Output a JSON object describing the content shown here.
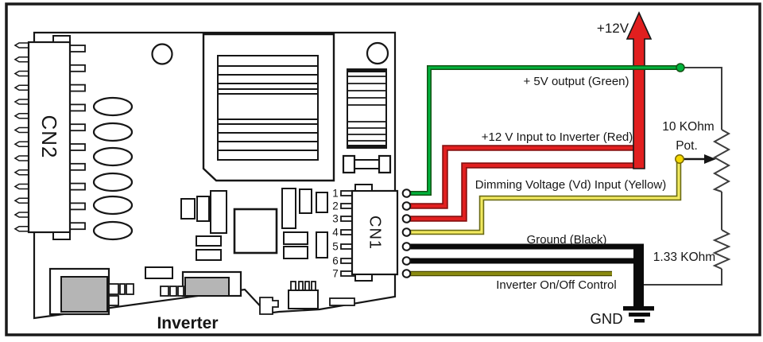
{
  "board": {
    "name": "Inverter",
    "cn1_label": "CN1",
    "cn2_label": "CN2",
    "pins": [
      "1",
      "2",
      "3",
      "4",
      "5",
      "6",
      "7"
    ]
  },
  "labels": {
    "power_rail": "+12V",
    "out_5v": "+ 5V output (Green)",
    "in_12v": "+12 V Input to Inverter (Red)",
    "dimming": "Dimming Voltage (Vd) Input (Yellow)",
    "ground_wire": "Ground (Black)",
    "onoff": "Inverter On/Off Control",
    "pot_value": "10 KOhm",
    "pot_word": "Pot.",
    "resistor_value": "1.33 KOhm",
    "gnd": "GND"
  },
  "colors": {
    "green_wire": "#00B33C",
    "green_outline": "#145214",
    "red_wire": "#E11F1F",
    "red_outline": "#8A1111",
    "yellow_wire": "#F2EA60",
    "yellow_outline": "#6B6B14",
    "olive_wire": "#8A8A10",
    "olive_outline": "#4A4A00",
    "black_wire": "#0A0A0A",
    "yellow_dot": "#F5D800",
    "component_gray": "#B5B5B5",
    "circuit_line": "#3D3D3D"
  }
}
